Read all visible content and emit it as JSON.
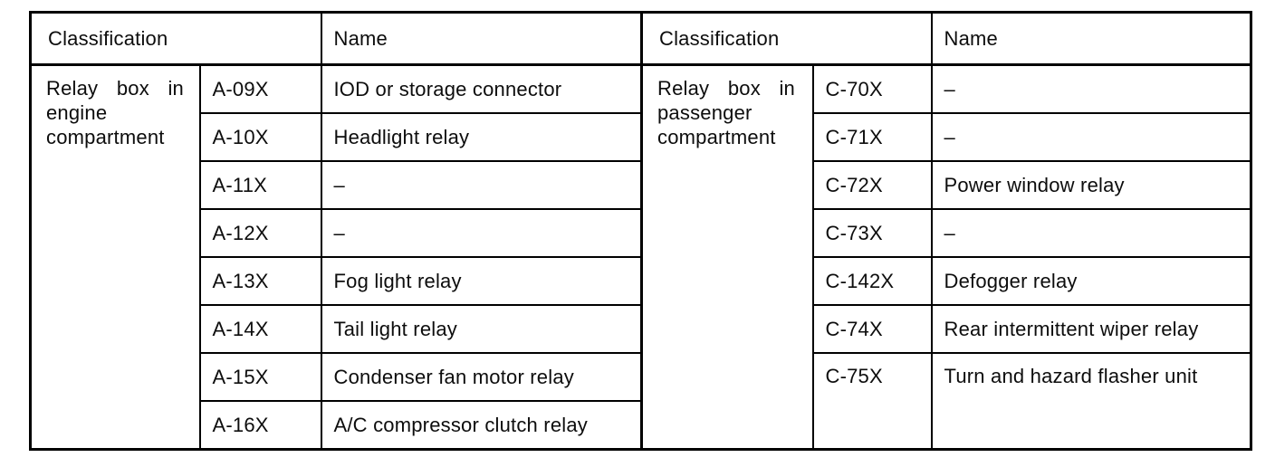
{
  "tables": [
    {
      "header": {
        "classification": "Classification",
        "name": "Name"
      },
      "group": "Relay box in engine compartment",
      "rows": [
        {
          "code": "A-09X",
          "name": "IOD or storage connector"
        },
        {
          "code": "A-10X",
          "name": "Headlight relay"
        },
        {
          "code": "A-11X",
          "name": "–"
        },
        {
          "code": "A-12X",
          "name": "–"
        },
        {
          "code": "A-13X",
          "name": "Fog light relay"
        },
        {
          "code": "A-14X",
          "name": "Tail light relay"
        },
        {
          "code": "A-15X",
          "name": "Condenser fan motor relay"
        },
        {
          "code": "A-16X",
          "name": "A/C compressor clutch relay"
        }
      ]
    },
    {
      "header": {
        "classification": "Classification",
        "name": "Name"
      },
      "group": "Relay box in passenger compartment",
      "rows": [
        {
          "code": "C-70X",
          "name": "–"
        },
        {
          "code": "C-71X",
          "name": "–"
        },
        {
          "code": "C-72X",
          "name": "Power window relay"
        },
        {
          "code": "C-73X",
          "name": "–"
        },
        {
          "code": "C-142X",
          "name": "Defogger relay"
        },
        {
          "code": "C-74X",
          "name": "Rear intermittent wiper relay"
        },
        {
          "code": "C-75X",
          "name": "Turn and hazard flasher unit"
        }
      ]
    }
  ]
}
